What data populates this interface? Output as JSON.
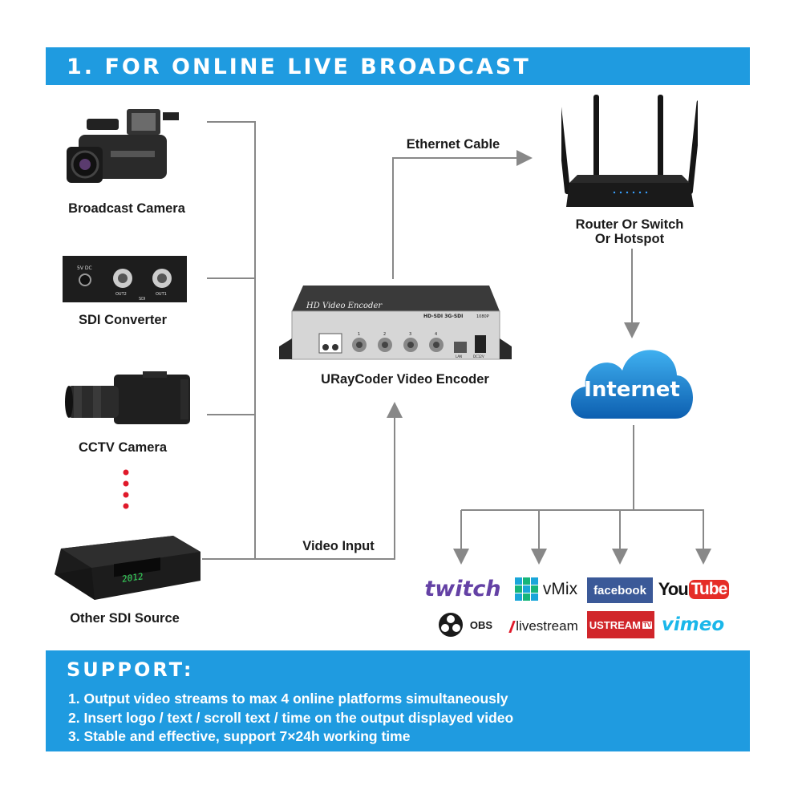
{
  "header": {
    "title": "1. FOR ONLINE LIVE BROADCAST"
  },
  "sources": [
    {
      "label": "Broadcast Camera"
    },
    {
      "label": "SDI Converter"
    },
    {
      "label": "CCTV Camera"
    },
    {
      "label": "Other SDI Source"
    }
  ],
  "converter_text": {
    "dc": "5V DC",
    "out2": "OUT2",
    "out1": "OUT1",
    "sdi": "SDI"
  },
  "set_top_display": "2012",
  "encoder": {
    "label": "URayCoder Video Encoder",
    "device_title": "HD Video Encoder",
    "device_model": "HD-SDI 3G-SDI",
    "device_badge": "1080P",
    "port_labels": [
      "1",
      "2",
      "3",
      "4"
    ],
    "lan": "LAN",
    "dc": "DC12V"
  },
  "edges": {
    "ethernet": "Ethernet Cable",
    "video_input": "Video Input"
  },
  "router": {
    "label_line1": "Router Or Switch",
    "label_line2": "Or Hotspot"
  },
  "internet": {
    "label": "Internet"
  },
  "platforms": [
    {
      "name": "twitch",
      "color": "#6441a5"
    },
    {
      "name": "vMix",
      "color": "#1a1a1a"
    },
    {
      "name": "facebook",
      "color": "#3b5998"
    },
    {
      "name": "You",
      "name2": "Tube",
      "color": "#e52d27"
    },
    {
      "name": "OBS",
      "color": "#1a1a1a"
    },
    {
      "name": "livestream",
      "color": "#1a1a1a"
    },
    {
      "name": "USTREAM",
      "name2": "TV",
      "color": "#d1262b"
    },
    {
      "name": "vimeo",
      "color": "#1ab7ea"
    }
  ],
  "support": {
    "title": "SUPPORT:",
    "lines": [
      "1. Output video streams to max 4 online platforms simultaneously",
      "2. Insert logo / text / scroll text / time on the output displayed video",
      "3. Stable and effective, support 7×24h working time"
    ]
  },
  "colors": {
    "banner": "#1f9be0",
    "wire": "#888888",
    "cloud": "#1c88d6"
  }
}
